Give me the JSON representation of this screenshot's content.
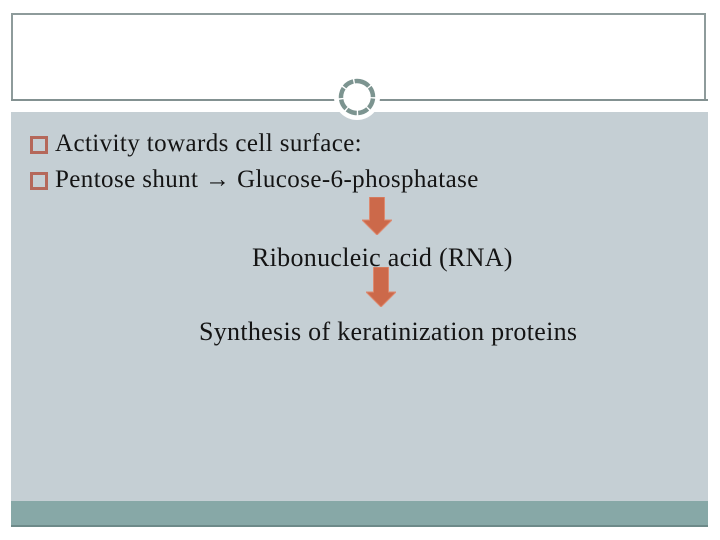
{
  "slide": {
    "title_placeholder": "",
    "bullets": [
      "Activity towards cell surface:",
      "Pentose shunt → Glucose-6-phosphatase"
    ],
    "flow_items": [
      "Ribonucleic acid (RNA)",
      "Synthesis of keratinization proteins"
    ],
    "colors": {
      "content_background": "#c5cfd4",
      "footer_bar": "#87a8a7",
      "divider_line": "#839191",
      "ornament_ring": "#7c9490",
      "bullet_outline": "#b5685a",
      "arrow_fill": "#cc694a",
      "text": "#141414"
    }
  }
}
